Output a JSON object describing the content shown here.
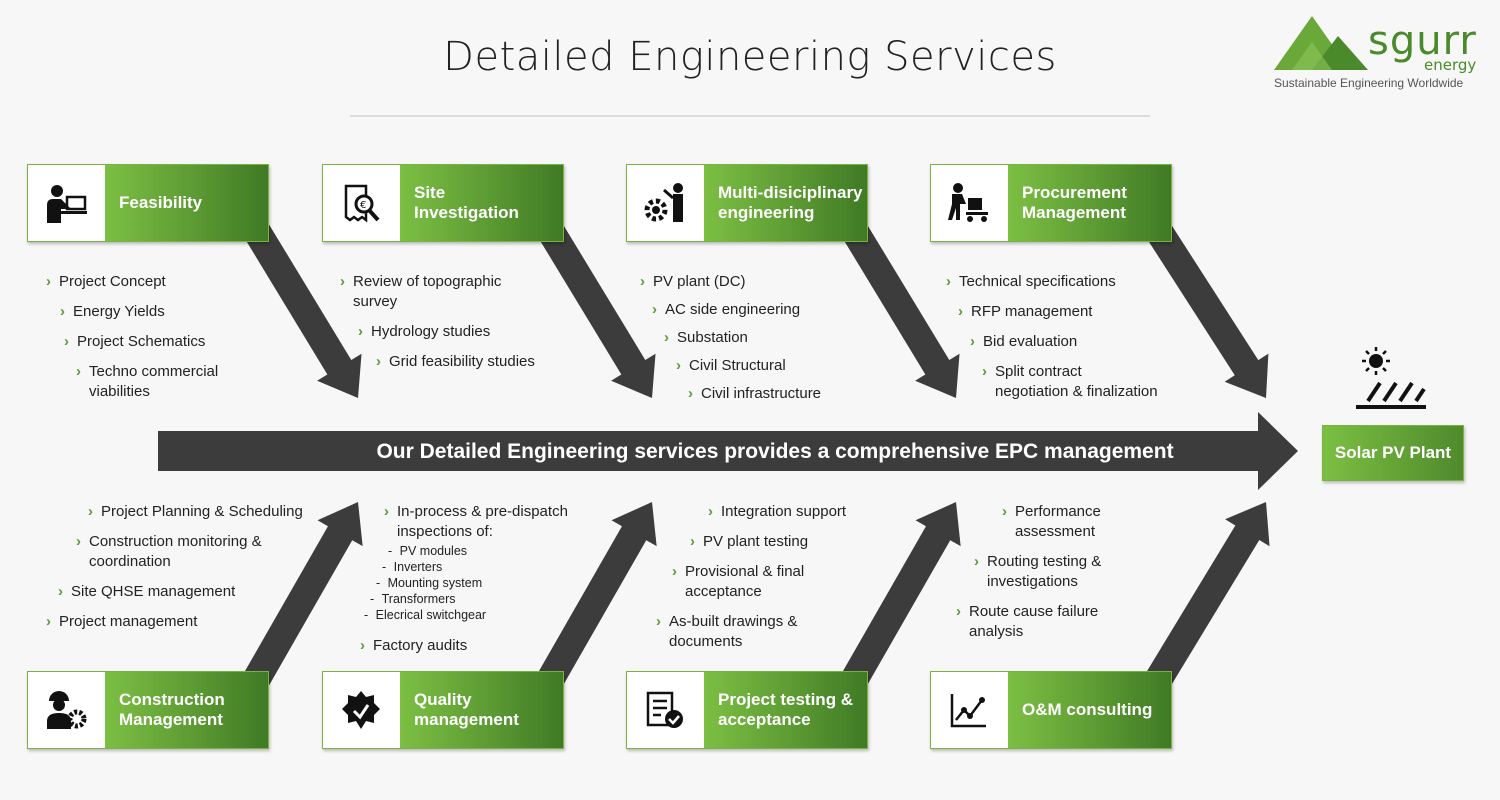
{
  "title": "Detailed Engineering Services",
  "logo": {
    "name": "sgurr",
    "sub": "energy",
    "tagline": "Sustainable Engineering Worldwide",
    "brand_color": "#4a8a2a"
  },
  "banner": "Our Detailed Engineering services provides a comprehensive EPC management",
  "target": "Solar PV Plant",
  "colors": {
    "green_light": "#7cbf43",
    "green_dark": "#3f7a25",
    "arrow": "#3c3c3c"
  },
  "top": [
    {
      "label": "Feasibility",
      "icon": "person-laptop-icon",
      "items": [
        "Project Concept",
        "Energy Yields",
        "Project Schematics",
        "Techno commercial\nviabilities"
      ]
    },
    {
      "label": "Site\nInvestigation",
      "icon": "document-magnifier-icon",
      "items": [
        "Review of topographic\nsurvey",
        "Hydrology studies",
        "Grid feasibility studies"
      ]
    },
    {
      "label": "Multi-disiciplinary\nengineering",
      "icon": "gear-engineer-icon",
      "items": [
        "PV plant (DC)",
        "AC side engineering",
        "Substation",
        "Civil Structural",
        "Civil infrastructure"
      ]
    },
    {
      "label": "Procurement\nManagement",
      "icon": "worker-cart-icon",
      "items": [
        "Technical specifications",
        "RFP management",
        "Bid evaluation",
        "Split contract\nnegotiation & finalization"
      ]
    }
  ],
  "bottom": [
    {
      "label": "Construction\nManagement",
      "icon": "worker-gear-icon",
      "items": [
        "Project Planning & Scheduling",
        "Construction monitoring &\ncoordination",
        "Site QHSE management",
        "Project management"
      ]
    },
    {
      "label": "Quality\nmanagement",
      "icon": "quality-badge-icon",
      "items": [
        "In-process & pre-dispatch\ninspections of:",
        "Factory audits"
      ],
      "subitems": [
        "PV modules",
        "Inverters",
        "Mounting system",
        "Transformers",
        "Elecrical switchgear"
      ]
    },
    {
      "label": "Project testing &\nacceptance",
      "icon": "checklist-icon",
      "items": [
        "Integration support",
        "PV plant testing",
        "Provisional & final\nacceptance",
        "As-built drawings &\ndocuments"
      ]
    },
    {
      "label": "O&M consulting",
      "icon": "line-chart-icon",
      "items": [
        "Performance\nassessment",
        "Routing testing &\ninvestigations",
        "Route cause failure\nanalysis"
      ]
    }
  ]
}
